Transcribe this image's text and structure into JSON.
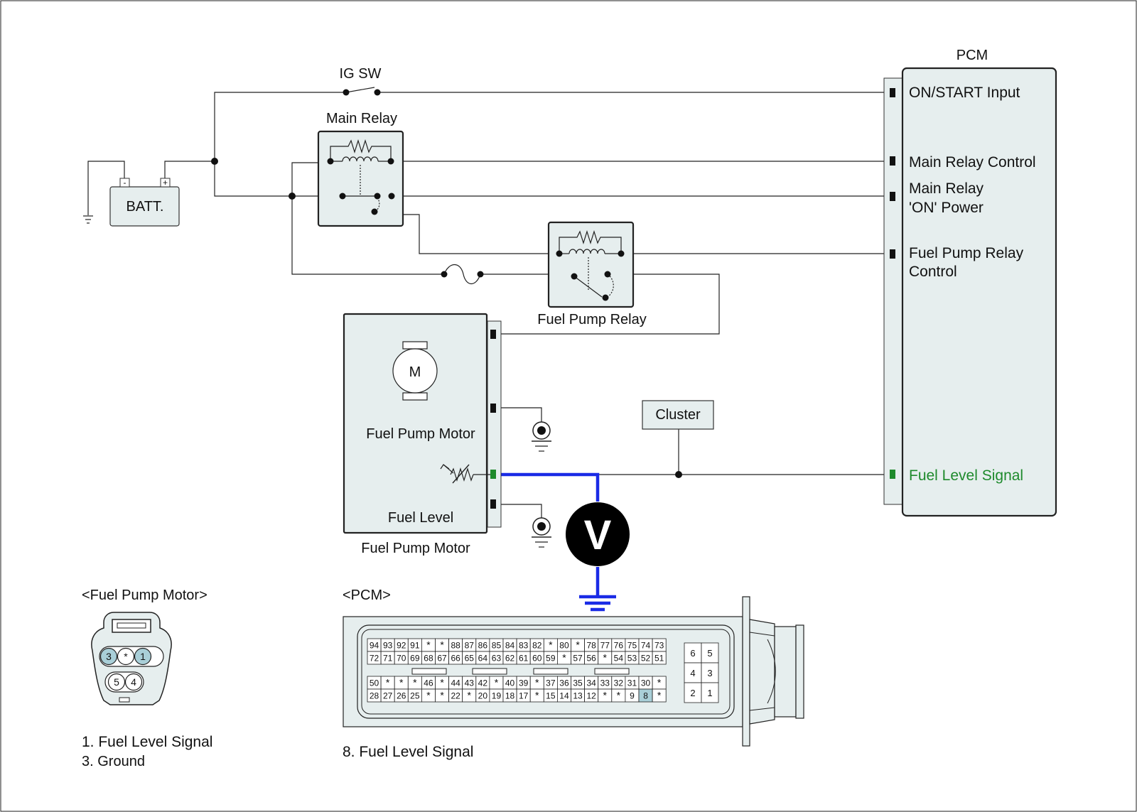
{
  "pcm": {
    "title": "PCM",
    "pins": {
      "on_start": "ON/START Input",
      "main_relay_control": "Main Relay Control",
      "main_relay_on_power_1": "Main Relay",
      "main_relay_on_power_2": "'ON' Power",
      "fuel_pump_relay_control_1": "Fuel Pump Relay",
      "fuel_pump_relay_control_2": "Control",
      "fuel_level_signal": "Fuel Level Signal"
    }
  },
  "components": {
    "ig_sw": "IG SW",
    "main_relay": "Main Relay",
    "battery": "BATT.",
    "battery_minus": "-",
    "battery_plus": "+",
    "fuel_pump_relay": "Fuel Pump Relay",
    "motor_symbol": "M",
    "fuel_pump_motor_inner": "Fuel Pump Motor",
    "fuel_level": "Fuel Level",
    "fuel_pump_motor_outer": "Fuel Pump Motor",
    "cluster": "Cluster",
    "voltmeter": "V"
  },
  "connectors": {
    "fuel_pump_motor": {
      "title": "<Fuel Pump Motor>",
      "pins_top": [
        "3",
        "*",
        "1"
      ],
      "pins_bottom": [
        "5",
        "4"
      ],
      "highlighted_pins": [
        "3",
        "1"
      ],
      "legend": [
        {
          "text": "1. Fuel Level Signal",
          "color": "#1e8a2c"
        },
        {
          "text": "3. Ground",
          "color": "#111111"
        }
      ]
    },
    "pcm": {
      "title": "<PCM>",
      "row1": [
        "94",
        "93",
        "92",
        "91",
        "*",
        "*",
        "88",
        "87",
        "86",
        "85",
        "84",
        "83",
        "82",
        "*",
        "80",
        "*",
        "78",
        "77",
        "76",
        "75",
        "74",
        "73"
      ],
      "row2": [
        "72",
        "71",
        "70",
        "69",
        "68",
        "67",
        "66",
        "65",
        "64",
        "63",
        "62",
        "61",
        "60",
        "59",
        "*",
        "57",
        "56",
        "*",
        "54",
        "53",
        "52",
        "51"
      ],
      "row3": [
        "50",
        "*",
        "*",
        "*",
        "46",
        "*",
        "44",
        "43",
        "42",
        "*",
        "40",
        "39",
        "*",
        "37",
        "36",
        "35",
        "34",
        "33",
        "32",
        "31",
        "30",
        "*"
      ],
      "row4": [
        "28",
        "27",
        "26",
        "25",
        "*",
        "*",
        "22",
        "*",
        "20",
        "19",
        "18",
        "17",
        "*",
        "15",
        "14",
        "13",
        "12",
        "*",
        "*",
        "9",
        "8",
        "*"
      ],
      "side_pins": [
        [
          "6",
          "5"
        ],
        [
          "4",
          "3"
        ],
        [
          "2",
          "1"
        ]
      ],
      "highlighted_pin": "8",
      "legend": [
        {
          "text": "8. Fuel Level Signal",
          "color": "#1e8a2c"
        }
      ]
    }
  },
  "colors": {
    "component_fill": "#e6eeee",
    "highlight_pin": "#a9cfd8",
    "signal_green": "#1e8a2c",
    "probe_blue": "#1a2be6",
    "wire": "#222222"
  }
}
